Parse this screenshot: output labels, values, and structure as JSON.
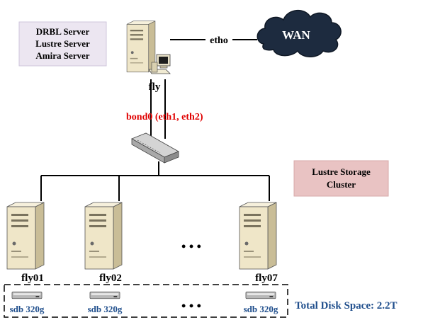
{
  "roles": {
    "lines": [
      "DRBL Server",
      "Lustre Server",
      "Amira Server"
    ],
    "bg": "#ece6f1",
    "border": "#cfc6dc"
  },
  "head_node": {
    "name": "fly",
    "uplink": "etho",
    "bond": "bond0 (eth1, eth2)"
  },
  "wan": {
    "label": "WAN",
    "cloud": "#1d2b3f",
    "text": "#ffffff"
  },
  "cluster_box": {
    "lines": [
      "Lustre Storage",
      "Cluster"
    ],
    "bg": "#e9c3c3",
    "border": "#d7aaaa"
  },
  "nodes": [
    {
      "name": "fly01",
      "disk": "sdb 320g"
    },
    {
      "name": "fly02",
      "disk": "sdb 320g"
    },
    {
      "name": "fly07",
      "disk": "sdb 320g"
    }
  ],
  "ellipsis": "• • •",
  "total_disk": "Total Disk Space: 2.2T",
  "colors": {
    "bond_text": "#e00000",
    "disk_text": "#1f4e8c",
    "server_body": "#efe6c8",
    "server_side": "#c9bd97",
    "line": "#000000"
  },
  "icons": {
    "server": "server-icon",
    "workstation": "workstation-icon",
    "switch": "switch-icon",
    "cloud": "cloud-icon",
    "disk": "disk-icon"
  }
}
